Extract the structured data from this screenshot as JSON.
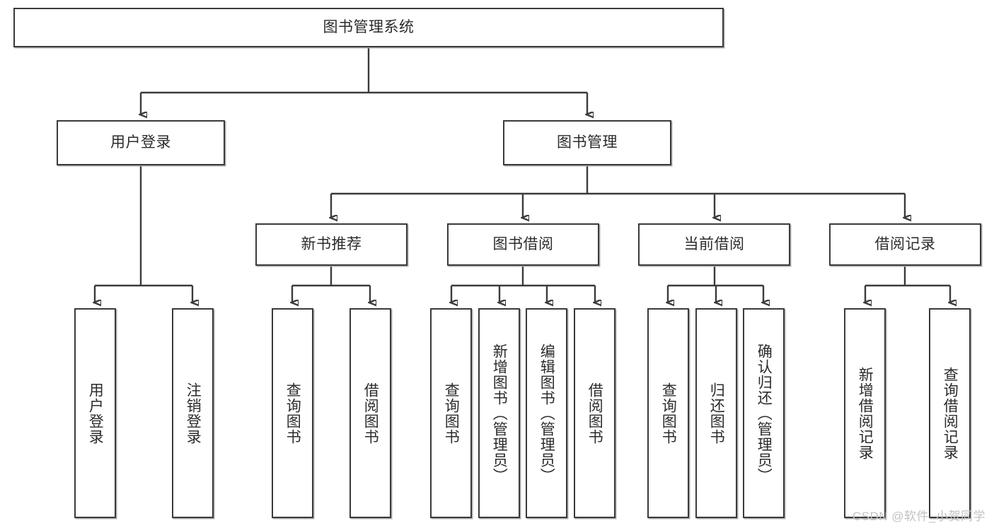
{
  "diagram": {
    "title": "图书管理系统",
    "type": "tree",
    "watermark": "CSDN @软件_小贺同学",
    "colors": {
      "border": "#3a3a3a",
      "text": "#2b2b2b",
      "background": "#ffffff",
      "watermark": "#c2c2c2"
    },
    "nodes": {
      "root": {
        "label": "图书管理系统"
      },
      "level2": [
        {
          "label": "用户登录"
        },
        {
          "label": "图书管理"
        }
      ],
      "level3": [
        {
          "label": "新书推荐"
        },
        {
          "label": "图书借阅"
        },
        {
          "label": "当前借阅"
        },
        {
          "label": "借阅记录"
        }
      ],
      "leaves": {
        "user_login": [
          {
            "label": "用户登录"
          },
          {
            "label": "注销登录"
          }
        ],
        "new_book_recommend": [
          {
            "label": "查询图书"
          },
          {
            "label": "借阅图书"
          }
        ],
        "book_borrow": [
          {
            "label": "查询图书"
          },
          {
            "label": "新增图书（管理员）"
          },
          {
            "label": "编辑图书（管理员）"
          },
          {
            "label": "借阅图书"
          }
        ],
        "current_borrow": [
          {
            "label": "查询图书"
          },
          {
            "label": "归还图书"
          },
          {
            "label": "确认归还（管理员）"
          }
        ],
        "borrow_record": [
          {
            "label": "新增借阅记录"
          },
          {
            "label": "查询借阅记录"
          }
        ]
      }
    }
  }
}
